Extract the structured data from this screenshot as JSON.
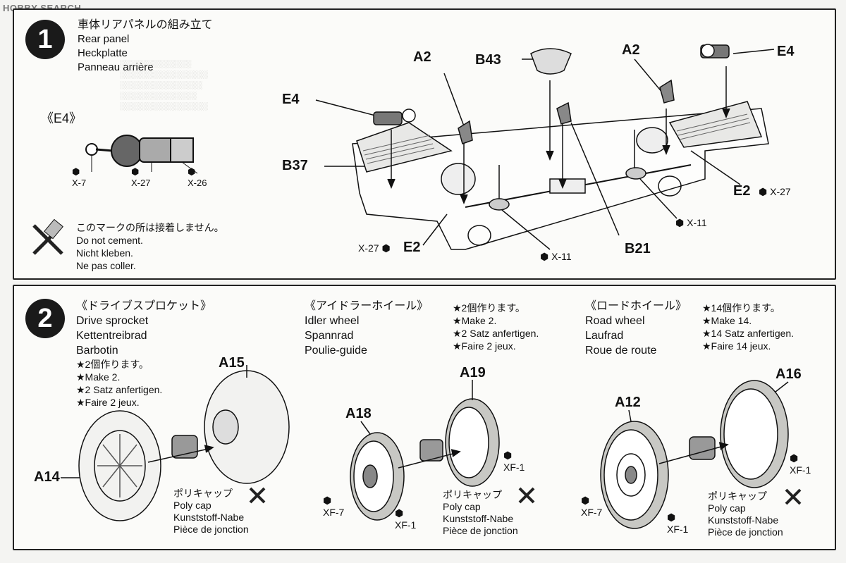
{
  "watermark": "HOBBY SEARCH",
  "step1": {
    "number": "1",
    "title_jp": "車体リアパネルの組み立て",
    "title_en": "Rear panel",
    "title_de": "Heckplatte",
    "title_fr": "Panneau arrière",
    "detail_label": "《E4》",
    "detail_paints": [
      "X-7",
      "X-27",
      "X-26"
    ],
    "no_cement": [
      "このマークの所は接着しません。",
      "Do not cement.",
      "Nicht kleben.",
      "Ne pas coller."
    ],
    "parts": {
      "a2_left": "A2",
      "b43": "B43",
      "a2_right": "A2",
      "e4_right": "E4",
      "e4_left": "E4",
      "b37": "B37",
      "e2_right": "E2",
      "e2_left": "E2",
      "b21": "B21"
    },
    "paints": {
      "e2_right": "X-27",
      "e2_left": "X-27",
      "x11_right": "X-11",
      "x11_left": "X-11"
    }
  },
  "step2": {
    "number": "2",
    "sprocket": {
      "title_jp": "《ドライブスプロケット》",
      "names": [
        "Drive sprocket",
        "Kettentreibrad",
        "Barbotin"
      ],
      "make": [
        "★2個作ります。",
        "★Make 2.",
        "★2 Satz anfertigen.",
        "★Faire 2 jeux."
      ],
      "parts": {
        "a15": "A15",
        "a14": "A14"
      },
      "polycap": [
        "ポリキャップ",
        "Poly cap",
        "Kunststoff-Nabe",
        "Pièce de jonction"
      ]
    },
    "idler": {
      "title_jp": "《アイドラーホイール》",
      "names": [
        "Idler wheel",
        "Spannrad",
        "Poulie-guide"
      ],
      "make": [
        "★2個作ります。",
        "★Make 2.",
        "★2 Satz anfertigen.",
        "★Faire 2 jeux."
      ],
      "parts": {
        "a19": "A19",
        "a18": "A18"
      },
      "paints": {
        "xf1_a": "XF-1",
        "xf7": "XF-7",
        "xf1_b": "XF-1"
      },
      "polycap": [
        "ポリキャップ",
        "Poly cap",
        "Kunststoff-Nabe",
        "Pièce de jonction"
      ]
    },
    "road": {
      "title_jp": "《ロードホイール》",
      "names": [
        "Road wheel",
        "Laufrad",
        "Roue de route"
      ],
      "make": [
        "★14個作ります。",
        "★Make 14.",
        "★14 Satz anfertigen.",
        "★Faire 14 jeux."
      ],
      "parts": {
        "a16": "A16",
        "a12": "A12"
      },
      "paints": {
        "xf1_a": "XF-1",
        "xf7": "XF-7",
        "xf1_b": "XF-1"
      },
      "polycap": [
        "ポリキャップ",
        "Poly cap",
        "Kunststoff-Nabe",
        "Pièce de jonction"
      ]
    }
  }
}
